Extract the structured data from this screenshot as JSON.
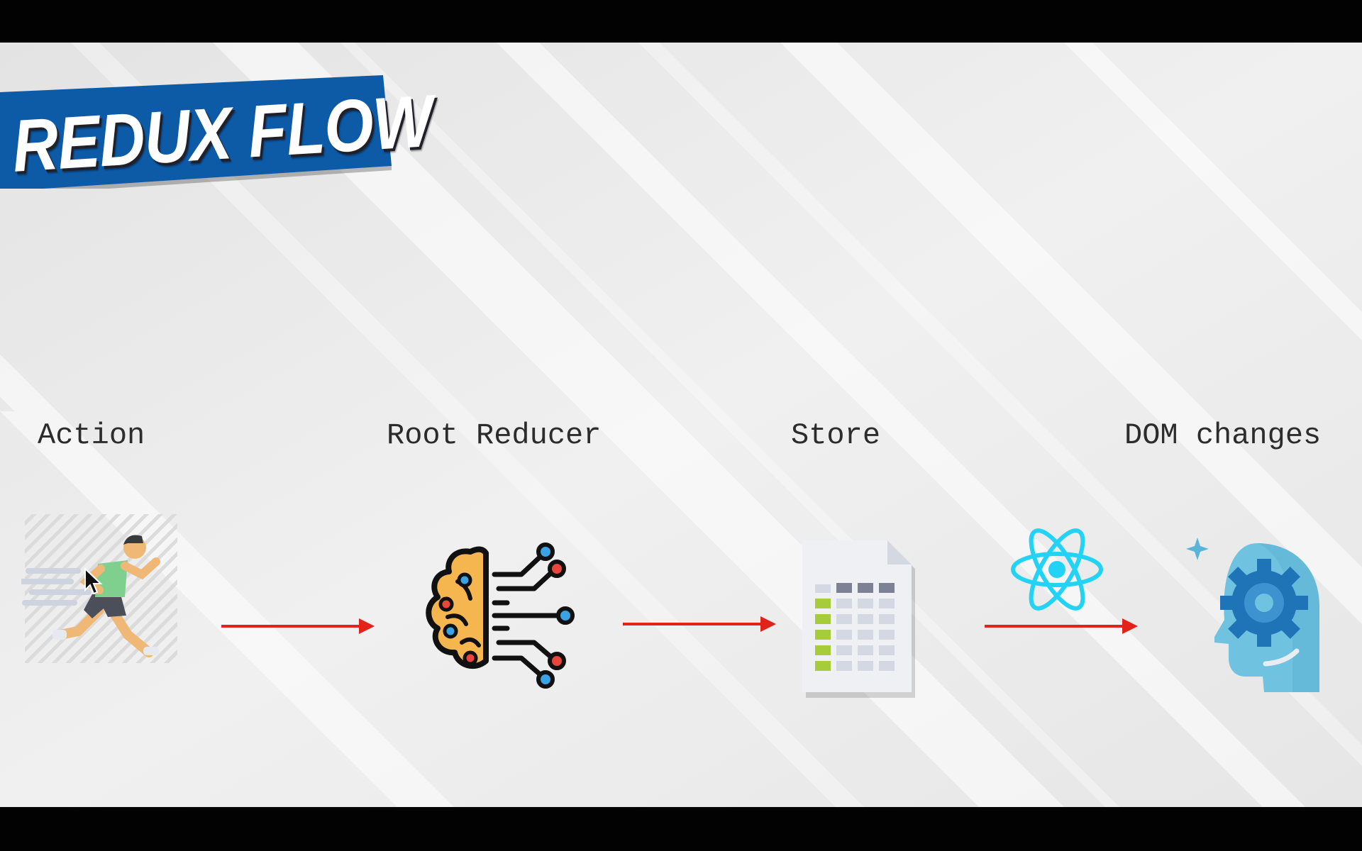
{
  "banner": {
    "title": "REDUX FLOW",
    "color": "#0d5aa7"
  },
  "flow": {
    "arrow_color": "#e2231a",
    "steps": [
      {
        "label": "Action",
        "icon": "running-person-icon"
      },
      {
        "label": "Root Reducer",
        "icon": "circuit-brain-icon"
      },
      {
        "label": "Store",
        "icon": "data-table-document-icon"
      },
      {
        "label": "DOM changes",
        "icon": "head-gear-icon"
      }
    ],
    "connector_icon": "react-atom-icon"
  }
}
